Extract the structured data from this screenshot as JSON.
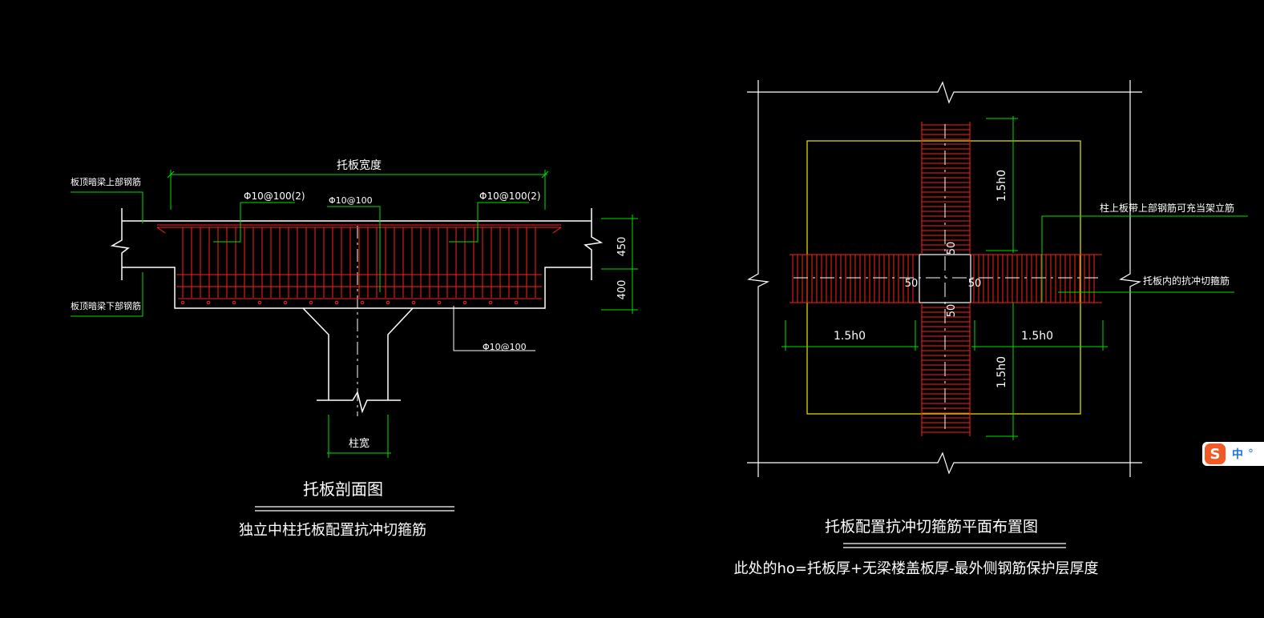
{
  "section": {
    "width_label": "托板宽度",
    "top_rebar_label": "板顶暗梁上部钢筋",
    "bottom_rebar_label": "板顶暗梁下部钢筋",
    "stirrup_left": "Φ10@100(2)",
    "stirrup_right": "Φ10@100(2)",
    "stirrup_mid": "Φ10@100",
    "stirrup_bottom": "Φ10@100",
    "dim_450": "450",
    "dim_400": "400",
    "col_width_label": "柱宽",
    "title": "托板剖面图",
    "subtitle": "独立中柱托板配置抗冲切箍筋"
  },
  "plan": {
    "top_rebar_note": "柱上板带上部钢筋可充当架立筋",
    "stirrup_note": "托板内的抗冲切箍筋",
    "dim_15h0": "1.5h0",
    "dim_50": "50",
    "title": "托板配置抗冲切箍筋平面布置图",
    "note": "此处的ho=托板厚+无梁楼盖板厚-最外侧钢筋保护层厚度"
  },
  "ime": {
    "lang": "中",
    "logo": "S"
  },
  "colors": {
    "rebar": "#ff2020",
    "dim": "#00e000",
    "outline": "#ffffff",
    "dropPanel": "#e8e800"
  }
}
